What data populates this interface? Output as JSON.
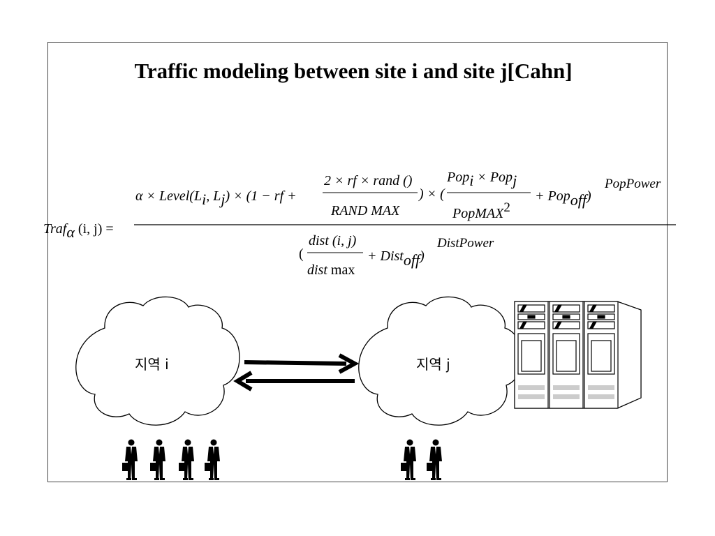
{
  "title": "Traffic modeling between site i and site j[Cahn]",
  "formula": {
    "lhs": {
      "base": "Traf",
      "sub": "α",
      "args": "(i, j) ="
    },
    "num": {
      "a1": "α × Level(L",
      "a_sub_i": "i",
      "a2": ", L",
      "a_sub_j": "j",
      "a3": ") × (1 − rf +",
      "frac1_num": "2 × rf × rand ()",
      "frac1_den": "RAND MAX",
      "a4": ") × (",
      "pop_i": "Pop",
      "pop_i_sub": "i",
      "times": "× Pop",
      "pop_j_sub": "j",
      "popmax": "PopMAX",
      "popmax_sup": "2",
      "plus_pop": "+ Pop",
      "off": "off",
      "close": ")",
      "exp": "PopPower"
    },
    "den": {
      "open": "(",
      "frac_num": "dist (i, j)",
      "frac_den_it": "dist",
      "frac_den_rm": "max",
      "plus_dist": "+ Dist",
      "off": "off",
      "close": ")",
      "exp": "DistPower"
    }
  },
  "diagram": {
    "region_i": "지역  i",
    "region_j": "지역  j"
  }
}
